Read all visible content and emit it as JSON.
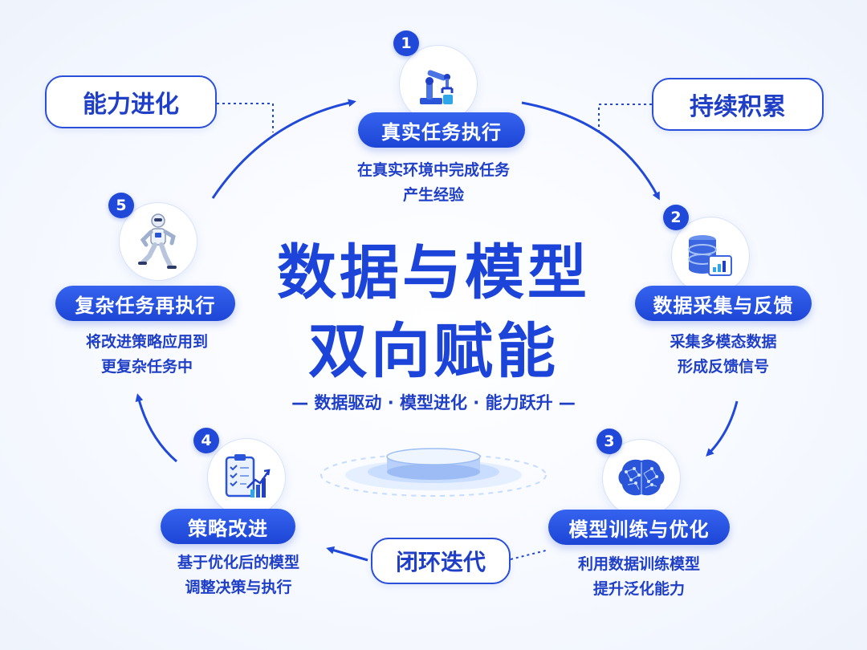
{
  "center": {
    "title_line1": "数据与模型",
    "title_line2": "双向赋能",
    "subtitle": "— 数据驱动 · 模型进化 · 能力跃升 —"
  },
  "labels": {
    "left_top": "能力进化",
    "right_top": "持续积累",
    "bottom": "闭环迭代"
  },
  "stages": [
    {
      "number": "1",
      "title": "真实任务执行",
      "desc_line1": "在真实环境中完成任务",
      "desc_line2": "产生经验",
      "icon": "robot-arm-icon"
    },
    {
      "number": "2",
      "title": "数据采集与反馈",
      "desc_line1": "采集多模态数据",
      "desc_line2": "形成反馈信号",
      "icon": "database-icon"
    },
    {
      "number": "3",
      "title": "模型训练与优化",
      "desc_line1": "利用数据训练模型",
      "desc_line2": "提升泛化能力",
      "icon": "brain-icon"
    },
    {
      "number": "4",
      "title": "策略改进",
      "desc_line1": "基于优化后的模型",
      "desc_line2": "调整决策与执行",
      "icon": "clipboard-chart-icon"
    },
    {
      "number": "5",
      "title": "复杂任务再执行",
      "desc_line1": "将改进策略应用到",
      "desc_line2": "更复杂任务中",
      "icon": "humanoid-robot-icon"
    }
  ],
  "colors": {
    "primary": "#1d44d8",
    "accent": "#3563ee",
    "light": "#d7e2fb"
  }
}
